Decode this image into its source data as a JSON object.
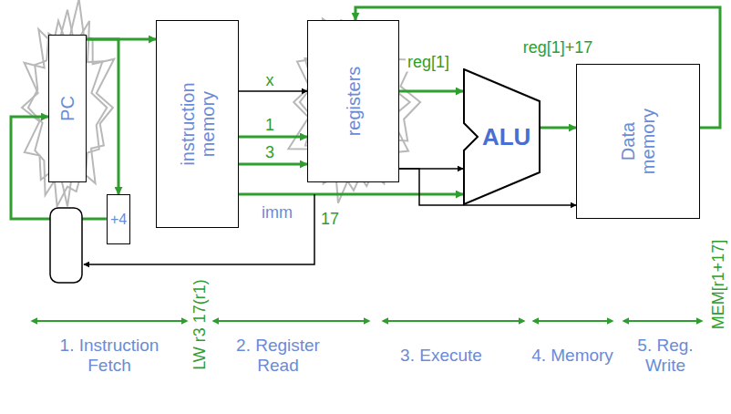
{
  "diagram": {
    "nodes": [
      {
        "text": [
          "PC"
        ]
      },
      {
        "text": [
          "instruction memory"
        ]
      },
      {
        "text": [
          "registers"
        ]
      },
      {
        "text": [
          "ALU"
        ]
      },
      {
        "text": [
          "Data memory"
        ]
      },
      {
        "text": [
          "+4"
        ]
      }
    ],
    "edges": [
      {
        "from": 0,
        "to": 1,
        "arrow": "to"
      },
      {
        "from": 0,
        "to": 5,
        "arrow": "to"
      },
      {
        "from": 5,
        "to": 0,
        "arrow": "to"
      },
      {
        "from": 1,
        "to": 2,
        "label": "x",
        "arrow": "to"
      },
      {
        "from": 1,
        "to": 2,
        "label": "1",
        "arrow": "to"
      },
      {
        "from": 1,
        "to": 2,
        "label": "3",
        "arrow": "to"
      },
      {
        "from": 1,
        "to": 3,
        "arrow": "to"
      },
      {
        "from": 2,
        "to": 3,
        "label": "reg[1]",
        "arrow": "to"
      },
      {
        "from": 2,
        "to": 3,
        "arrow": "to"
      },
      {
        "from": 2,
        "to": 4,
        "arrow": "to"
      },
      {
        "from": 3,
        "to": 4,
        "label": "reg[1]+17",
        "arrow": "to"
      },
      {
        "from": 4,
        "to": 2,
        "arrow": "to"
      }
    ],
    "labels": [
      "imm",
      "17",
      "LW r3 17(r1)",
      "MEM[r1+17]",
      "1. Instruction Fetch",
      "2. Register Read",
      "3. Execute",
      "4. Memory",
      "5. Reg. Write"
    ]
  }
}
